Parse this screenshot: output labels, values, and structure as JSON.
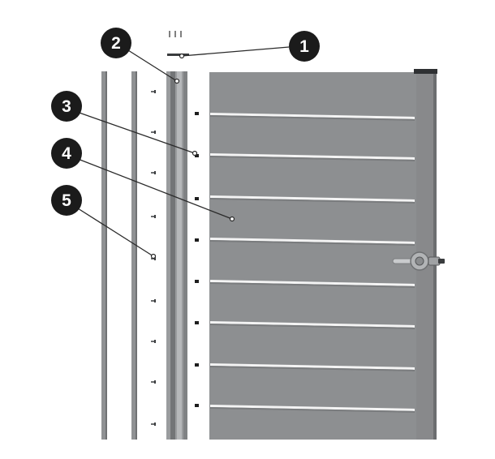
{
  "callouts": [
    {
      "id": 1,
      "label": "1"
    },
    {
      "id": 2,
      "label": "2"
    },
    {
      "id": 3,
      "label": "3"
    },
    {
      "id": 4,
      "label": "4"
    },
    {
      "id": 5,
      "label": "5"
    }
  ],
  "colors": {
    "panel": "#8b8d8f",
    "panel_dark": "#6e7072",
    "frame": "#7f8183",
    "rail": "#a5a7a9",
    "slat_gap": "#f5f5f5",
    "callout_circle": "#1b1b1b",
    "callout_text": "#ffffff",
    "leader_line": "#2a2a2a",
    "background": "#ffffff"
  },
  "icons": {
    "handle": "gate-handle-icon",
    "lock": "lock-icon",
    "screw": "screw-icon"
  }
}
